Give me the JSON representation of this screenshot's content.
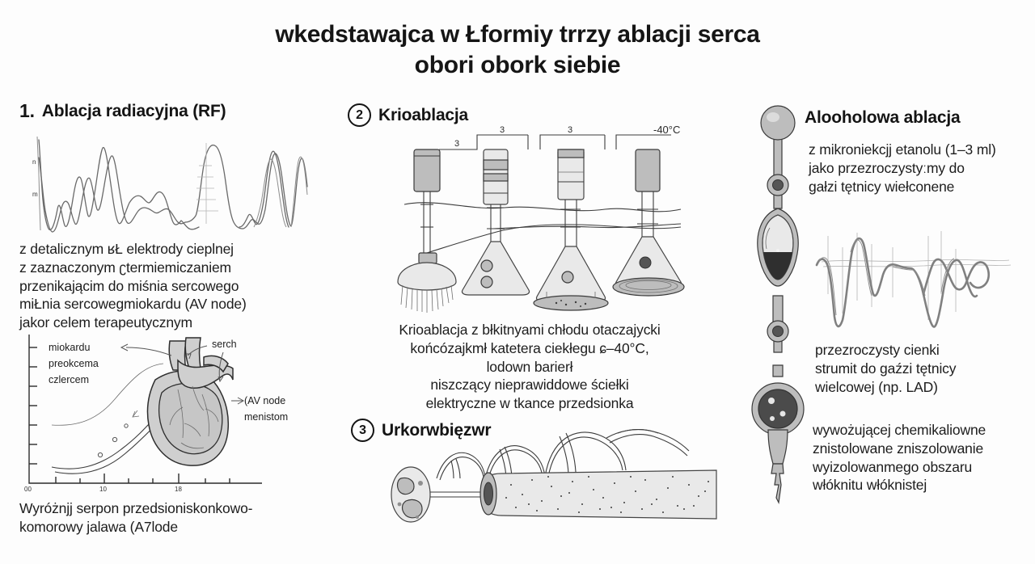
{
  "title": {
    "line1": "wkedstawajca w Łformiy trrzy ablacji serca",
    "line2": "obori obork siebie"
  },
  "sections": {
    "rf": {
      "number": "1.",
      "heading": "Ablacja radiacyjna (RF)",
      "paragraph": [
        "z detalicznym ʁŁ elektrody cieplnej",
        "z zaznaczonym ʗtermiemiczaniem",
        "przenikającim do miśnia sercowego",
        "miŁnia sercowegmiokaɾdu (AV node)",
        "jakor celem terapeutycznym"
      ],
      "heart_labels": {
        "left": [
          "miokardu",
          "preokcema",
          "czlercem"
        ],
        "top_right": "serch",
        "right": [
          "(AV node",
          "menistom"
        ]
      },
      "axis_ticks": [
        "00",
        "10",
        "18"
      ],
      "caption": [
        "Wyróżnjj serpon przedsioniskonkowo-",
        "komorowy jalawa (A7lode"
      ]
    },
    "cryo": {
      "number": "2",
      "heading": "Krioablacja",
      "pipe_labels": [
        "3",
        "3",
        "3"
      ],
      "temperature_label": "-40°C",
      "paragraph": [
        "Krioablacja z błkitnyami chłodu otaczajycki",
        "końcózajkmł katetera ciekłegu ɕ–40°C,",
        "lodown barierł",
        "niszczący nieprawiddowe ściełki",
        "elektryczne w tkance przedsionka"
      ]
    },
    "third": {
      "number": "3",
      "heading": "Urkorwbięzwr"
    },
    "alcohol": {
      "heading": "Alooholowa ablacja",
      "paragraph1": [
        "z mikroniekcjj etanolu (1–3 ml)",
        "jako przezroczystyːmy do",
        "gałzi tętnicy wiełconene"
      ],
      "paragraph2": [
        "przezroczysty cienki",
        "strumit do gaźzi tętnicy",
        "wielcowej (np. LAD)"
      ],
      "paragraph3": [
        "wywożującej chemikaliowne",
        "znistolowane zniszolowanie",
        "wyizolowanmego obszaru",
        "włóknitu włóknistej"
      ]
    }
  },
  "colors": {
    "background": "#fdfdfd",
    "ink": "#1b1b1b",
    "line": "#3c3c3c",
    "fill_gray": "#cfcfcf",
    "dark_gray": "#555555"
  }
}
